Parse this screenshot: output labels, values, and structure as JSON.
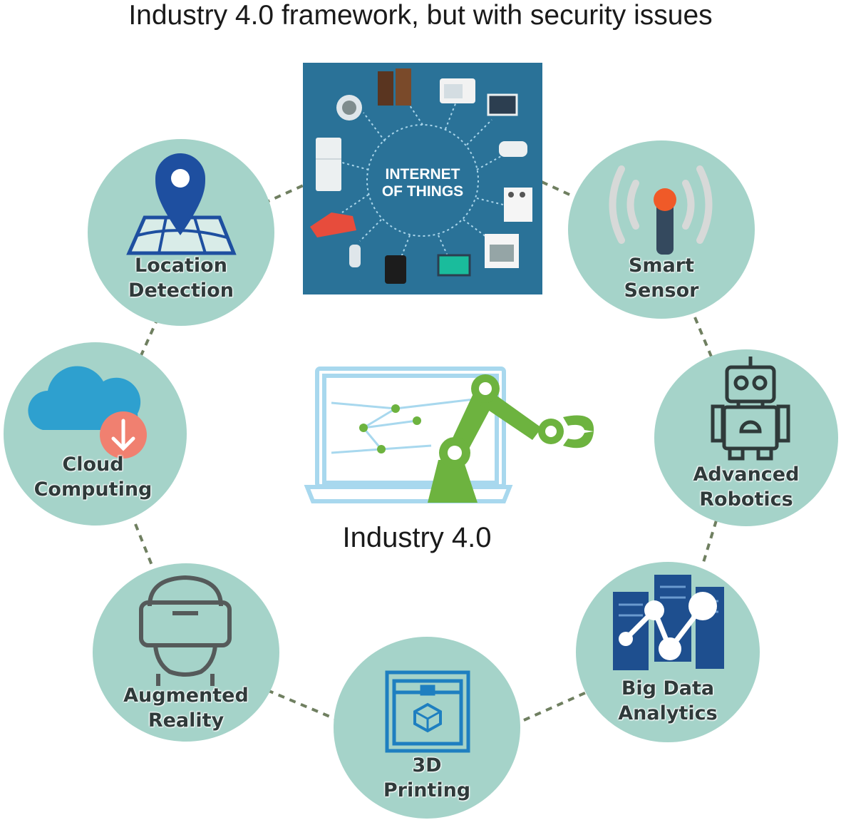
{
  "title": "Industry 4.0 framework, but with security issues",
  "center": {
    "label": "Industry 4.0"
  },
  "iot": {
    "line1": "INTERNET",
    "line2": "OF THINGS"
  },
  "nodes": [
    {
      "id": "location",
      "line1": "Location",
      "line2": "Detection",
      "icon": "map-pin-icon"
    },
    {
      "id": "smart_sensor",
      "line1": "Smart",
      "line2": "Sensor",
      "icon": "sensor-icon"
    },
    {
      "id": "cloud",
      "line1": "Cloud",
      "line2": "Computing",
      "icon": "cloud-download-icon"
    },
    {
      "id": "robotics",
      "line1": "Advanced",
      "line2": "Robotics",
      "icon": "robot-icon"
    },
    {
      "id": "ar",
      "line1": "Augmented",
      "line2": "Reality",
      "icon": "vr-headset-icon"
    },
    {
      "id": "big_data",
      "line1": "Big Data",
      "line2": "Analytics",
      "icon": "server-graph-icon"
    },
    {
      "id": "printing",
      "line1": "3D",
      "line2": "Printing",
      "icon": "3d-printer-icon"
    }
  ],
  "colors": {
    "node_fill": "#a5d3c9",
    "connector": "#6f7f60",
    "iot_bg": "#2a7298",
    "robot_arm": "#6db33f",
    "laptop_outline": "#a8d8ee",
    "pin": "#1e4fa0",
    "cloud": "#2ea0cf",
    "download_badge": "#f08070"
  }
}
